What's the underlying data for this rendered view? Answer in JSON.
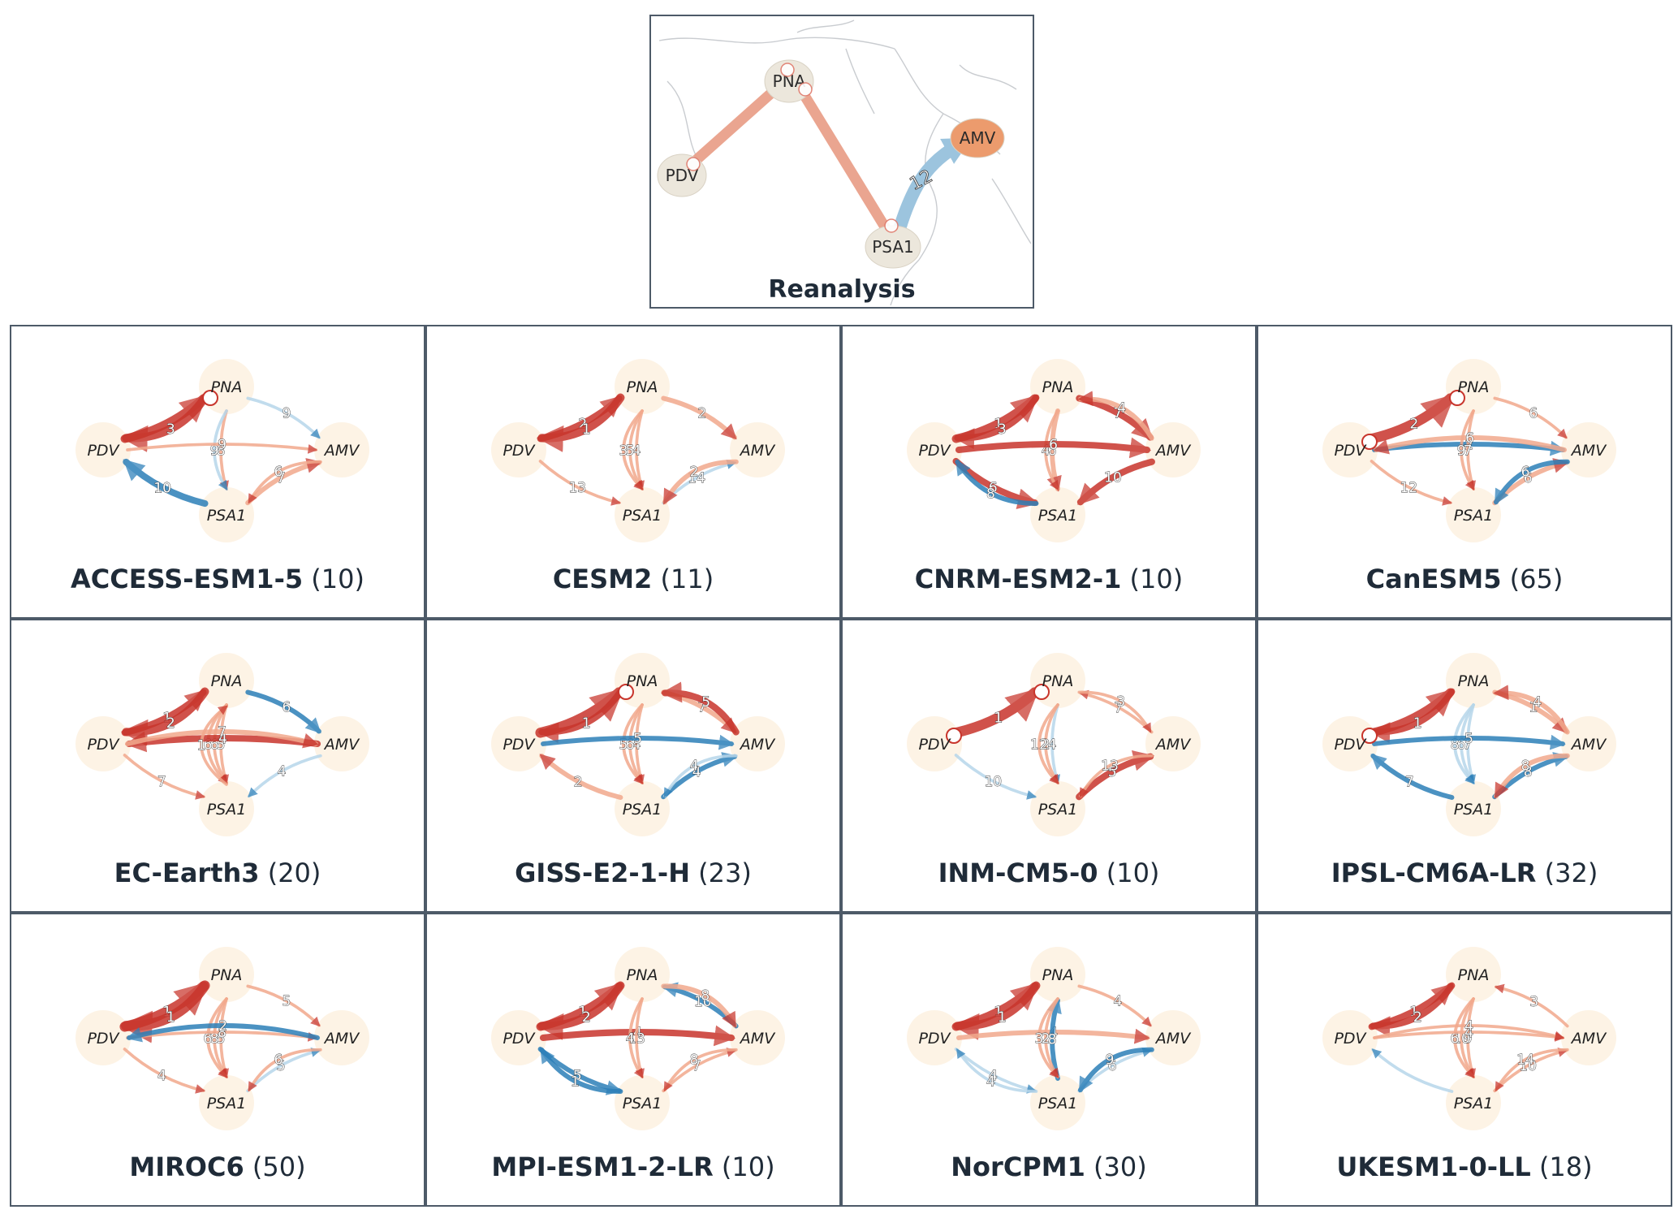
{
  "colors": {
    "positive_dark": "#c8352c",
    "positive_light": "#f2a98d",
    "negative_dark": "#2c7fb8",
    "negative_light": "#b7d6ea",
    "node_fill": "#fdf2e4",
    "panel_border": "#4d5a68",
    "title_text": "#1f2b38",
    "map_land": "#f4f4f4",
    "map_lines": "#c9ccd0"
  },
  "reference": {
    "title": "Reanalysis",
    "nodes": [
      {
        "key": "PNA",
        "label": "PNA",
        "style": "beige"
      },
      {
        "key": "PDV",
        "label": "PDV",
        "style": "beige"
      },
      {
        "key": "PSA1",
        "label": "PSA1",
        "style": "beige"
      },
      {
        "key": "AMV",
        "label": "AMV",
        "style": "orange"
      }
    ],
    "links": [
      {
        "from": "PDV",
        "to": "PNA",
        "lag": "",
        "sign": "positive",
        "strength": "strong"
      },
      {
        "from": "PNA",
        "to": "PSA1",
        "lag": "",
        "sign": "positive",
        "strength": "strong"
      },
      {
        "from": "PSA1",
        "to": "AMV",
        "lag": "12",
        "sign": "negative",
        "strength": "strong"
      }
    ]
  },
  "node_labels": {
    "PNA": "PNA",
    "PDV": "PDV",
    "AMV": "AMV",
    "PSA1": "PSA1"
  },
  "panels": [
    {
      "name": "ACCESS-ESM1-5",
      "count": "(10)",
      "auto": [
        "PNA"
      ],
      "links": [
        {
          "from": "PDV",
          "to": "PNA",
          "sign": "pos",
          "w": 4,
          "lag": ""
        },
        {
          "from": "PNA",
          "to": "PDV",
          "sign": "pos",
          "w": 4,
          "lag": "3"
        },
        {
          "from": "PNA",
          "to": "AMV",
          "sign": "neg",
          "w": 1,
          "lag": "9"
        },
        {
          "from": "PNA",
          "to": "PSA1",
          "sign": "pos",
          "w": 1,
          "lag": "8"
        },
        {
          "from": "PNA",
          "to": "PSA1",
          "sign": "neg",
          "w": 1,
          "lag": "9"
        },
        {
          "from": "PDV",
          "to": "AMV",
          "sign": "pos",
          "w": 1,
          "lag": "9"
        },
        {
          "from": "PSA1",
          "to": "PDV",
          "sign": "neg",
          "w": 3,
          "lag": "10"
        },
        {
          "from": "PSA1",
          "to": "AMV",
          "sign": "pos",
          "w": 2,
          "lag": "7"
        },
        {
          "from": "AMV",
          "to": "PSA1",
          "sign": "pos",
          "w": 1,
          "lag": "6"
        }
      ]
    },
    {
      "name": "CESM2",
      "count": "(11)",
      "auto": [],
      "links": [
        {
          "from": "PDV",
          "to": "PNA",
          "sign": "pos",
          "w": 3,
          "lag": "2"
        },
        {
          "from": "PNA",
          "to": "PDV",
          "sign": "pos",
          "w": 4,
          "lag": "1"
        },
        {
          "from": "PNA",
          "to": "PSA1",
          "sign": "pos",
          "w": 1,
          "lag": "4"
        },
        {
          "from": "PNA",
          "to": "PSA1",
          "sign": "pos",
          "w": 1,
          "lag": "5"
        },
        {
          "from": "PNA",
          "to": "PSA1",
          "sign": "pos",
          "w": 1,
          "lag": "3"
        },
        {
          "from": "PNA",
          "to": "AMV",
          "sign": "pos",
          "w": 2,
          "lag": "2"
        },
        {
          "from": "PDV",
          "to": "PSA1",
          "sign": "pos",
          "w": 1,
          "lag": "13"
        },
        {
          "from": "PSA1",
          "to": "AMV",
          "sign": "neg",
          "w": 1,
          "lag": "14"
        },
        {
          "from": "AMV",
          "to": "PSA1",
          "sign": "pos",
          "w": 2,
          "lag": "2"
        }
      ]
    },
    {
      "name": "CNRM-ESM2-1",
      "count": "(10)",
      "auto": [],
      "links": [
        {
          "from": "PDV",
          "to": "PNA",
          "sign": "pos",
          "w": 4,
          "lag": "1"
        },
        {
          "from": "PNA",
          "to": "PDV",
          "sign": "pos",
          "w": 3,
          "lag": "3"
        },
        {
          "from": "PNA",
          "to": "AMV",
          "sign": "pos",
          "w": 3,
          "lag": "7"
        },
        {
          "from": "AMV",
          "to": "PNA",
          "sign": "pos",
          "w": 2,
          "lag": "4"
        },
        {
          "from": "PNA",
          "to": "PSA1",
          "sign": "pos",
          "w": 2,
          "lag": "6"
        },
        {
          "from": "PNA",
          "to": "PSA1",
          "sign": "pos",
          "w": 1,
          "lag": "4"
        },
        {
          "from": "PDV",
          "to": "PSA1",
          "sign": "pos",
          "w": 3,
          "lag": "6"
        },
        {
          "from": "PDV",
          "to": "AMV",
          "sign": "pos",
          "w": 3,
          "lag": "6"
        },
        {
          "from": "PSA1",
          "to": "PDV",
          "sign": "neg",
          "w": 2,
          "lag": "8"
        },
        {
          "from": "AMV",
          "to": "PSA1",
          "sign": "pos",
          "w": 3,
          "lag": "10"
        }
      ]
    },
    {
      "name": "CanESM5",
      "count": "(65)",
      "auto": [
        "PNA",
        "PDV"
      ],
      "links": [
        {
          "from": "PDV",
          "to": "PNA",
          "sign": "pos",
          "w": 5,
          "lag": "2"
        },
        {
          "from": "PNA",
          "to": "AMV",
          "sign": "pos",
          "w": 1,
          "lag": "6"
        },
        {
          "from": "PDV",
          "to": "AMV",
          "sign": "neg",
          "w": 2,
          "lag": "2"
        },
        {
          "from": "PNA",
          "to": "PSA1",
          "sign": "pos",
          "w": 1,
          "lag": "7"
        },
        {
          "from": "PNA",
          "to": "PSA1",
          "sign": "pos",
          "w": 1,
          "lag": "9"
        },
        {
          "from": "AMV",
          "to": "PDV",
          "sign": "pos",
          "w": 2,
          "lag": "6"
        },
        {
          "from": "PSA1",
          "to": "AMV",
          "sign": "pos",
          "w": 2,
          "lag": "6"
        },
        {
          "from": "PDV",
          "to": "PSA1",
          "sign": "pos",
          "w": 1,
          "lag": "12"
        },
        {
          "from": "AMV",
          "to": "PSA1",
          "sign": "neg",
          "w": 2,
          "lag": "6"
        }
      ]
    },
    {
      "name": "EC-Earth3",
      "count": "(20)",
      "auto": [],
      "links": [
        {
          "from": "PDV",
          "to": "PNA",
          "sign": "pos",
          "w": 3,
          "lag": "1"
        },
        {
          "from": "PNA",
          "to": "PDV",
          "sign": "pos",
          "w": 4,
          "lag": "2"
        },
        {
          "from": "PNA",
          "to": "AMV",
          "sign": "neg",
          "w": 2,
          "lag": "6"
        },
        {
          "from": "PNA",
          "to": "PSA1",
          "sign": "pos",
          "w": 1,
          "lag": "5"
        },
        {
          "from": "PNA",
          "to": "PSA1",
          "sign": "pos",
          "w": 1,
          "lag": "6"
        },
        {
          "from": "PNA",
          "to": "PSA1",
          "sign": "pos",
          "w": 1,
          "lag": "6"
        },
        {
          "from": "AMV",
          "to": "PDV",
          "sign": "pos",
          "w": 3,
          "lag": "4"
        },
        {
          "from": "PDV",
          "to": "AMV",
          "sign": "pos",
          "w": 2,
          "lag": "7"
        },
        {
          "from": "PDV",
          "to": "PSA1",
          "sign": "pos",
          "w": 1,
          "lag": "7"
        },
        {
          "from": "AMV",
          "to": "PSA1",
          "sign": "neg",
          "w": 1,
          "lag": "4"
        },
        {
          "from": "PSA1",
          "to": "PNA",
          "sign": "pos",
          "w": 1,
          "lag": "1"
        }
      ]
    },
    {
      "name": "GISS-E2-1-H",
      "count": "(23)",
      "auto": [
        "PNA"
      ],
      "links": [
        {
          "from": "PDV",
          "to": "PNA",
          "sign": "pos",
          "w": 5,
          "lag": ""
        },
        {
          "from": "PNA",
          "to": "PDV",
          "sign": "pos",
          "w": 3,
          "lag": "1"
        },
        {
          "from": "PNA",
          "to": "AMV",
          "sign": "pos",
          "w": 2,
          "lag": "7"
        },
        {
          "from": "AMV",
          "to": "PNA",
          "sign": "pos",
          "w": 3,
          "lag": "5"
        },
        {
          "from": "PNA",
          "to": "PSA1",
          "sign": "pos",
          "w": 1,
          "lag": "4"
        },
        {
          "from": "PNA",
          "to": "PSA1",
          "sign": "pos",
          "w": 1,
          "lag": "6"
        },
        {
          "from": "PNA",
          "to": "PSA1",
          "sign": "pos",
          "w": 1,
          "lag": "5"
        },
        {
          "from": "PDV",
          "to": "AMV",
          "sign": "neg",
          "w": 2,
          "lag": "5"
        },
        {
          "from": "PSA1",
          "to": "AMV",
          "sign": "neg",
          "w": 2,
          "lag": "4"
        },
        {
          "from": "PSA1",
          "to": "PDV",
          "sign": "pos",
          "w": 2,
          "lag": "2"
        },
        {
          "from": "AMV",
          "to": "PSA1",
          "sign": "neg",
          "w": 1,
          "lag": "4"
        }
      ]
    },
    {
      "name": "INM-CM5-0",
      "count": "(10)",
      "auto": [
        "PNA",
        "PDV"
      ],
      "links": [
        {
          "from": "PDV",
          "to": "PNA",
          "sign": "pos",
          "w": 5,
          "lag": "1"
        },
        {
          "from": "AMV",
          "to": "PNA",
          "sign": "pos",
          "w": 1,
          "lag": "7"
        },
        {
          "from": "PNA",
          "to": "AMV",
          "sign": "pos",
          "w": 1,
          "lag": "3"
        },
        {
          "from": "PNA",
          "to": "PSA1",
          "sign": "neg",
          "w": 1,
          "lag": "4"
        },
        {
          "from": "PNA",
          "to": "PSA1",
          "sign": "pos",
          "w": 1,
          "lag": "2"
        },
        {
          "from": "PNA",
          "to": "PSA1",
          "sign": "pos",
          "w": 1,
          "lag": "12"
        },
        {
          "from": "PDV",
          "to": "PSA1",
          "sign": "neg",
          "w": 1,
          "lag": "10"
        },
        {
          "from": "PSA1",
          "to": "AMV",
          "sign": "pos",
          "w": 3,
          "lag": "5"
        },
        {
          "from": "AMV",
          "to": "PSA1",
          "sign": "pos",
          "w": 1,
          "lag": "13"
        }
      ]
    },
    {
      "name": "IPSL-CM6A-LR",
      "count": "(32)",
      "auto": [
        "PDV"
      ],
      "links": [
        {
          "from": "PDV",
          "to": "PNA",
          "sign": "pos",
          "w": 4,
          "lag": ""
        },
        {
          "from": "PNA",
          "to": "PDV",
          "sign": "pos",
          "w": 3,
          "lag": "1"
        },
        {
          "from": "PNA",
          "to": "AMV",
          "sign": "pos",
          "w": 2,
          "lag": "1"
        },
        {
          "from": "AMV",
          "to": "PNA",
          "sign": "pos",
          "w": 2,
          "lag": "4"
        },
        {
          "from": "PNA",
          "to": "PSA1",
          "sign": "neg",
          "w": 1,
          "lag": "7"
        },
        {
          "from": "PNA",
          "to": "PSA1",
          "sign": "neg",
          "w": 1,
          "lag": "6"
        },
        {
          "from": "PNA",
          "to": "PSA1",
          "sign": "neg",
          "w": 1,
          "lag": "8"
        },
        {
          "from": "PDV",
          "to": "AMV",
          "sign": "neg",
          "w": 2,
          "lag": "5"
        },
        {
          "from": "PSA1",
          "to": "AMV",
          "sign": "neg",
          "w": 2,
          "lag": "8"
        },
        {
          "from": "PSA1",
          "to": "PDV",
          "sign": "neg",
          "w": 2,
          "lag": "7"
        },
        {
          "from": "AMV",
          "to": "PSA1",
          "sign": "pos",
          "w": 2,
          "lag": "8"
        }
      ]
    },
    {
      "name": "MIROC6",
      "count": "(50)",
      "auto": [],
      "links": [
        {
          "from": "PDV",
          "to": "PNA",
          "sign": "pos",
          "w": 5,
          "lag": "1"
        },
        {
          "from": "PNA",
          "to": "PDV",
          "sign": "pos",
          "w": 5,
          "lag": "1"
        },
        {
          "from": "PNA",
          "to": "AMV",
          "sign": "pos",
          "w": 1,
          "lag": "5"
        },
        {
          "from": "PNA",
          "to": "PSA1",
          "sign": "pos",
          "w": 1,
          "lag": "5"
        },
        {
          "from": "PNA",
          "to": "PSA1",
          "sign": "pos",
          "w": 1,
          "lag": "8"
        },
        {
          "from": "PNA",
          "to": "PSA1",
          "sign": "pos",
          "w": 1,
          "lag": "6"
        },
        {
          "from": "PDV",
          "to": "AMV",
          "sign": "pos",
          "w": 1,
          "lag": "8"
        },
        {
          "from": "AMV",
          "to": "PDV",
          "sign": "neg",
          "w": 2,
          "lag": "2"
        },
        {
          "from": "PSA1",
          "to": "AMV",
          "sign": "neg",
          "w": 1,
          "lag": "5"
        },
        {
          "from": "PDV",
          "to": "PSA1",
          "sign": "pos",
          "w": 1,
          "lag": "4"
        },
        {
          "from": "AMV",
          "to": "PSA1",
          "sign": "pos",
          "w": 1,
          "lag": "6"
        }
      ]
    },
    {
      "name": "MPI-ESM1-2-LR",
      "count": "(10)",
      "auto": [],
      "links": [
        {
          "from": "PDV",
          "to": "PNA",
          "sign": "pos",
          "w": 4,
          "lag": "1"
        },
        {
          "from": "PNA",
          "to": "PDV",
          "sign": "pos",
          "w": 4,
          "lag": "2"
        },
        {
          "from": "PDV",
          "to": "AMV",
          "sign": "pos",
          "w": 3,
          "lag": "4"
        },
        {
          "from": "AMV",
          "to": "PNA",
          "sign": "neg",
          "w": 2,
          "lag": "10"
        },
        {
          "from": "PNA",
          "to": "AMV",
          "sign": "pos",
          "w": 2,
          "lag": "8"
        },
        {
          "from": "PNA",
          "to": "PSA1",
          "sign": "pos",
          "w": 1,
          "lag": "13"
        },
        {
          "from": "PDV",
          "to": "PSA1",
          "sign": "neg",
          "w": 2,
          "lag": "5"
        },
        {
          "from": "PSA1",
          "to": "PDV",
          "sign": "neg",
          "w": 2,
          "lag": "1"
        },
        {
          "from": "PNA",
          "to": "PSA1",
          "sign": "pos",
          "w": 1,
          "lag": "4"
        },
        {
          "from": "PSA1",
          "to": "AMV",
          "sign": "pos",
          "w": 1,
          "lag": "7"
        },
        {
          "from": "AMV",
          "to": "PSA1",
          "sign": "pos",
          "w": 1,
          "lag": "8"
        }
      ]
    },
    {
      "name": "NorCPM1",
      "count": "(30)",
      "auto": [],
      "links": [
        {
          "from": "PDV",
          "to": "PNA",
          "sign": "pos",
          "w": 4,
          "lag": "1"
        },
        {
          "from": "PNA",
          "to": "PDV",
          "sign": "pos",
          "w": 4,
          "lag": "1"
        },
        {
          "from": "PNA",
          "to": "AMV",
          "sign": "pos",
          "w": 1,
          "lag": "4"
        },
        {
          "from": "PDV",
          "to": "AMV",
          "sign": "pos",
          "w": 2,
          "lag": "4"
        },
        {
          "from": "PSA1",
          "to": "PNA",
          "sign": "neg",
          "w": 2,
          "lag": "8"
        },
        {
          "from": "PNA",
          "to": "PSA1",
          "sign": "pos",
          "w": 1,
          "lag": "2"
        },
        {
          "from": "PNA",
          "to": "PSA1",
          "sign": "pos",
          "w": 1,
          "lag": "3"
        },
        {
          "from": "PDV",
          "to": "PSA1",
          "sign": "neg",
          "w": 1,
          "lag": "4"
        },
        {
          "from": "PSA1",
          "to": "PDV",
          "sign": "neg",
          "w": 1,
          "lag": "4"
        },
        {
          "from": "PSA1",
          "to": "AMV",
          "sign": "neg",
          "w": 1,
          "lag": "6"
        },
        {
          "from": "AMV",
          "to": "PSA1",
          "sign": "neg",
          "w": 2,
          "lag": "9"
        }
      ]
    },
    {
      "name": "UKESM1-0-LL",
      "count": "(18)",
      "auto": [],
      "links": [
        {
          "from": "PDV",
          "to": "PNA",
          "sign": "pos",
          "w": 3,
          "lag": "1"
        },
        {
          "from": "PNA",
          "to": "PDV",
          "sign": "pos",
          "w": 3,
          "lag": "2"
        },
        {
          "from": "AMV",
          "to": "PNA",
          "sign": "pos",
          "w": 1,
          "lag": "3"
        },
        {
          "from": "PNA",
          "to": "PSA1",
          "sign": "pos",
          "w": 1,
          "lag": "9"
        },
        {
          "from": "PNA",
          "to": "PSA1",
          "sign": "pos",
          "w": 1,
          "lag": "10"
        },
        {
          "from": "PNA",
          "to": "PSA1",
          "sign": "pos",
          "w": 1,
          "lag": "6"
        },
        {
          "from": "PDV",
          "to": "AMV",
          "sign": "pos",
          "w": 1,
          "lag": "4"
        },
        {
          "from": "PDV",
          "to": "AMV",
          "sign": "pos",
          "w": 1,
          "lag": "4"
        },
        {
          "from": "PSA1",
          "to": "PDV",
          "sign": "neg",
          "w": 1,
          "lag": ""
        },
        {
          "from": "PSA1",
          "to": "AMV",
          "sign": "pos",
          "w": 1,
          "lag": "10"
        },
        {
          "from": "AMV",
          "to": "PSA1",
          "sign": "pos",
          "w": 1,
          "lag": "14"
        }
      ]
    }
  ]
}
